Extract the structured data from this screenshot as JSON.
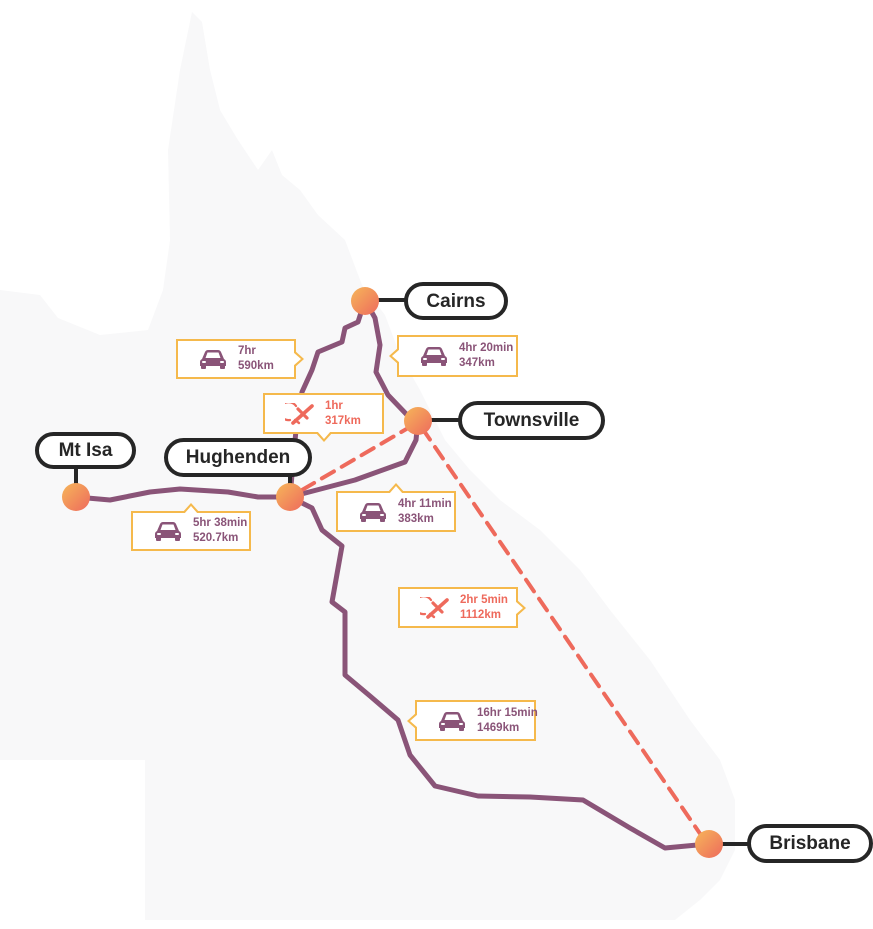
{
  "colors": {
    "land": "#F8F8F9",
    "road": "#8A5478",
    "flight": "#EE6A5C",
    "box_border": "#F5B94C",
    "label_border": "#262626",
    "dot_start": "#F6B65A",
    "dot_end": "#EE6A5C"
  },
  "cities": {
    "cairns": "Cairns",
    "townsville": "Townsville",
    "mt_isa": "Mt Isa",
    "hughenden": "Hughenden",
    "brisbane": "Brisbane"
  },
  "routes": {
    "cairns_hughenden_car": {
      "mode": "car",
      "icon": "car-icon",
      "time": "7hr",
      "distance": "590km"
    },
    "cairns_townsville_car": {
      "mode": "car",
      "icon": "car-icon",
      "time": "4hr 20min",
      "distance": "347km"
    },
    "hughenden_townsville_flight": {
      "mode": "plane",
      "icon": "airplane-icon",
      "time": "1hr",
      "distance": "317km"
    },
    "hughenden_townsville_car": {
      "mode": "car",
      "icon": "car-icon",
      "time": "4hr 11min",
      "distance": "383km"
    },
    "mtisa_hughenden_car": {
      "mode": "car",
      "icon": "car-icon",
      "time": "5hr 38min",
      "distance": "520.7km"
    },
    "townsville_brisbane_flight": {
      "mode": "plane",
      "icon": "airplane-icon",
      "time": "2hr 5min",
      "distance": "1112km"
    },
    "hughenden_brisbane_car": {
      "mode": "car",
      "icon": "car-icon",
      "time": "16hr 15min",
      "distance": "1469km"
    }
  }
}
